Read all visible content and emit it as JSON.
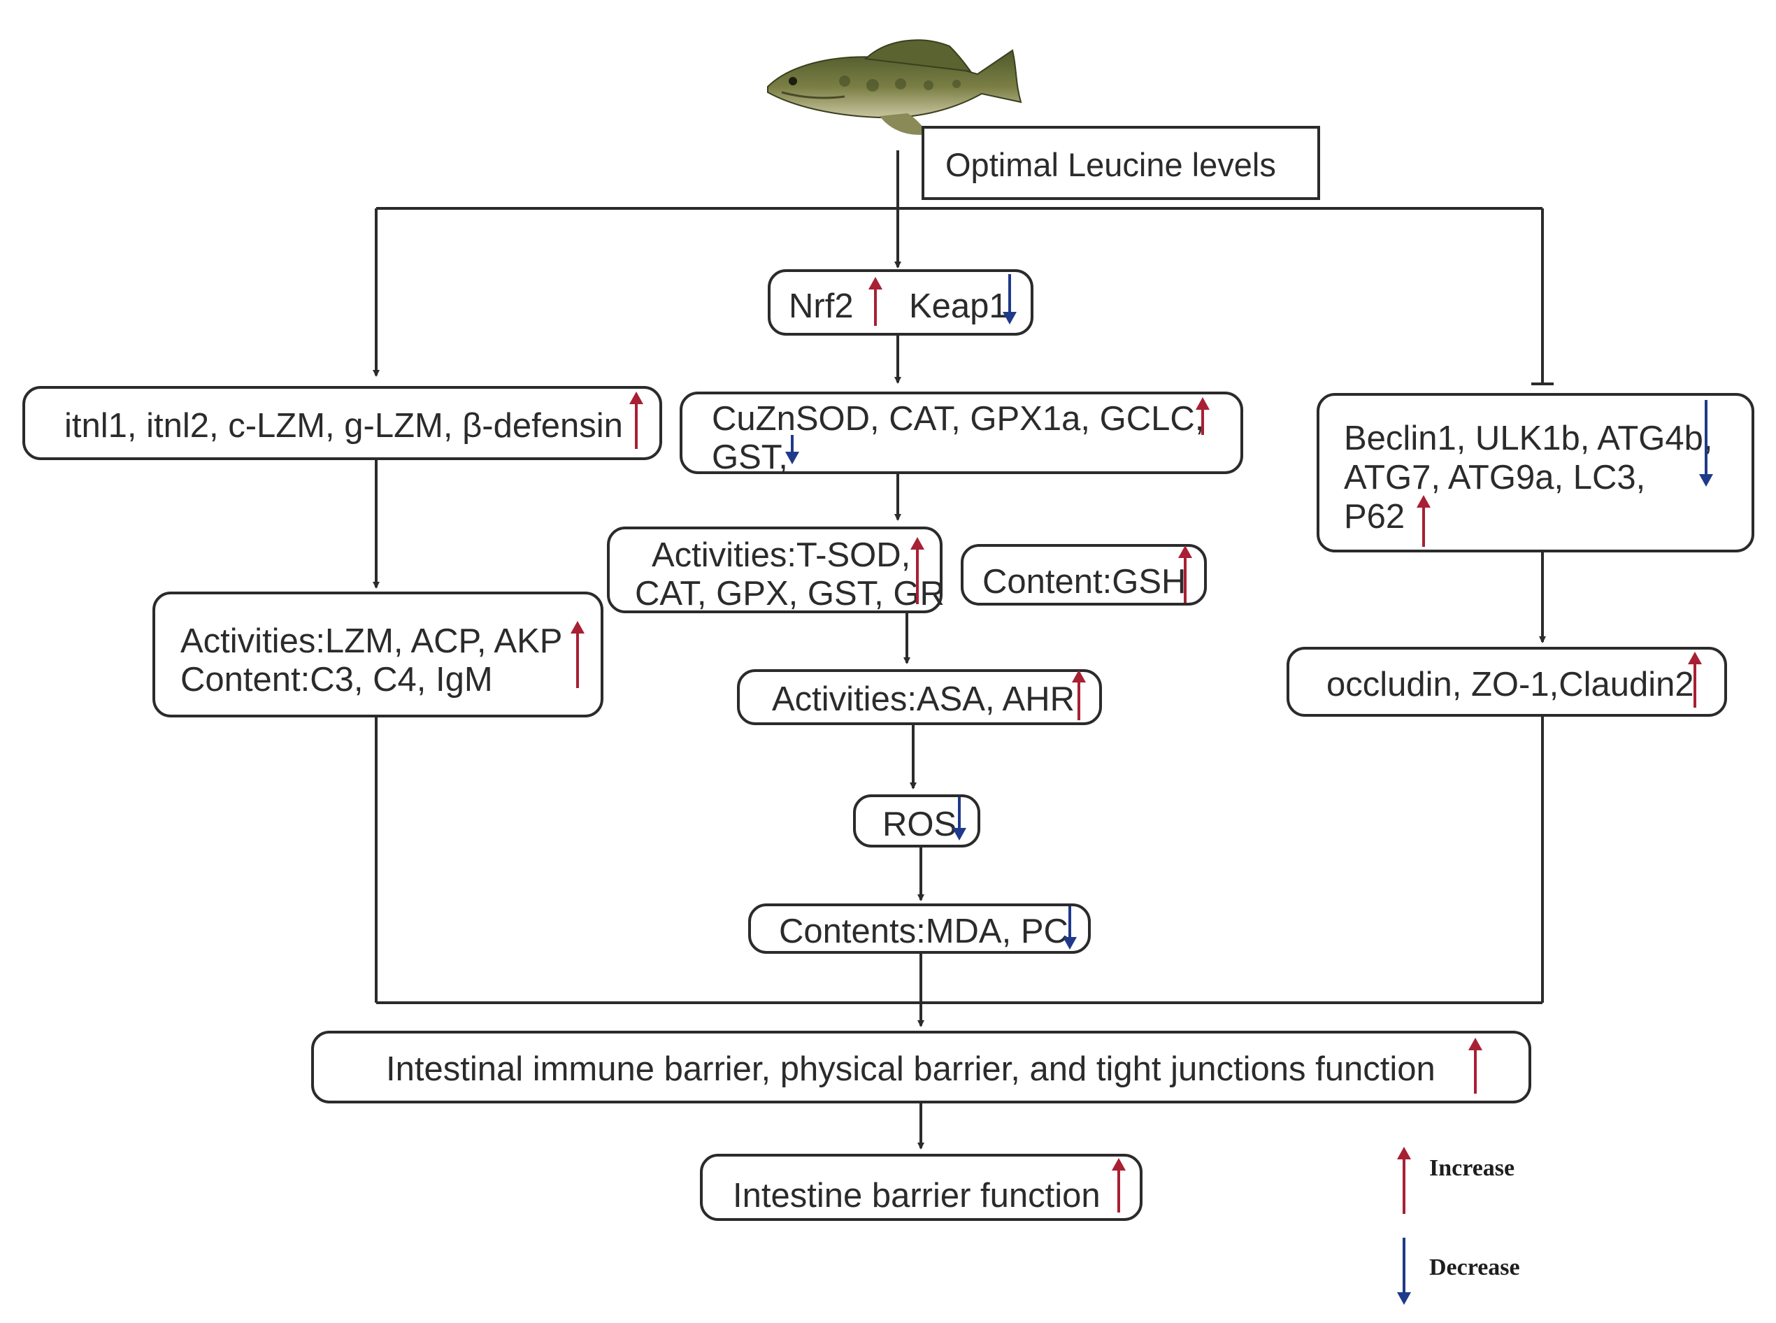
{
  "colors": {
    "increase": "#a82033",
    "decrease": "#1f3a8a",
    "line": "#2b2b2b"
  },
  "fish": {
    "icon": "fish-icon"
  },
  "top": {
    "label": "Optimal Leucine levels"
  },
  "nrf2": {
    "a": "Nrf2",
    "b": "Keap1"
  },
  "left": {
    "box1": "itnl1, itnl2, c-LZM, g-LZM, β-defensin",
    "box2_line1": "Activities:LZM, ACP,  AKP",
    "box2_line2": "Content:C3, C4, IgM"
  },
  "middle": {
    "box1_line1": "CuZnSOD, CAT, GPX1a,  GCLC,",
    "box1_line2": "GST,",
    "box2_line1": "Activities:T-SOD,",
    "box2_line2": "CAT, GPX, GST, GR",
    "content_gsh": "Content:GSH",
    "box3": "Activities:ASA, AHR",
    "box4": "ROS",
    "box5": "Contents:MDA, PC"
  },
  "right": {
    "box1_line1": "Beclin1, ULK1b, ATG4b,",
    "box1_line2": "ATG7,  ATG9a,  LC3,",
    "box1_line3": "P62",
    "box2": "occludin, ZO-1,Claudin2"
  },
  "bottom": {
    "box1": "Intestinal immune barrier, physical barrier, and tight junctions function",
    "box2": "Intestine barrier function"
  },
  "legend": {
    "increase": "Increase",
    "decrease": "Decrease"
  }
}
